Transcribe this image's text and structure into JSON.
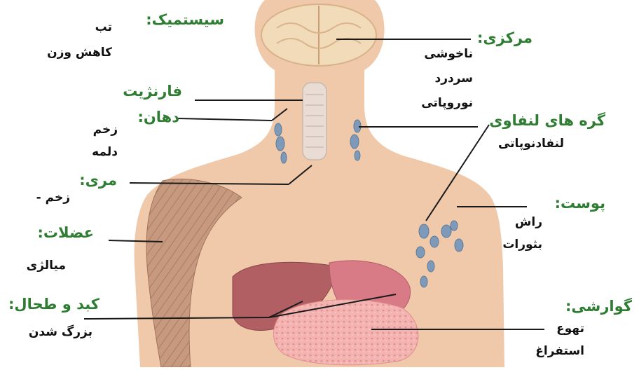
{
  "colors": {
    "heading": "#2e7d32",
    "symptom": "#111111",
    "skin": "#efc9aa",
    "muscle": "#c79a80",
    "liver": "#b15f62",
    "spleen": "#d97b86",
    "stomach": "#f0a8a8",
    "lymph": "#7e9ab8",
    "brain": "#f2dbb8",
    "leader": "#1a1a1a"
  },
  "labels": {
    "systemic": {
      "heading": "سیستمیک:",
      "symptoms": [
        "تب",
        "کاهش وزن"
      ]
    },
    "central": {
      "heading": "مرکزی:",
      "symptoms": [
        "ناخوشی",
        "سردرد",
        "نوروپاتی"
      ]
    },
    "pharyngitis": {
      "heading": "فارنژیت"
    },
    "mouth": {
      "heading": "دهان:",
      "symptoms": [
        "زخم",
        "دلمه"
      ]
    },
    "lymph_nodes": {
      "heading": "گره های لنفاوی",
      "symptoms": [
        "لنفادنوپاتی"
      ]
    },
    "esophagus": {
      "heading": "مری:",
      "symptoms": [
        "زخم -"
      ]
    },
    "skin": {
      "heading": "پوست:",
      "symptoms": [
        "راش",
        "بثورات"
      ]
    },
    "muscles": {
      "heading": "عضلات:",
      "symptoms": [
        "میالژی"
      ]
    },
    "liver_spleen": {
      "heading": "کبد و طحال:",
      "symptoms": [
        "بزرگ شدن"
      ]
    },
    "gastric": {
      "heading": "گوارشی:",
      "symptoms": [
        "تهوع",
        "استفراغ"
      ]
    }
  }
}
